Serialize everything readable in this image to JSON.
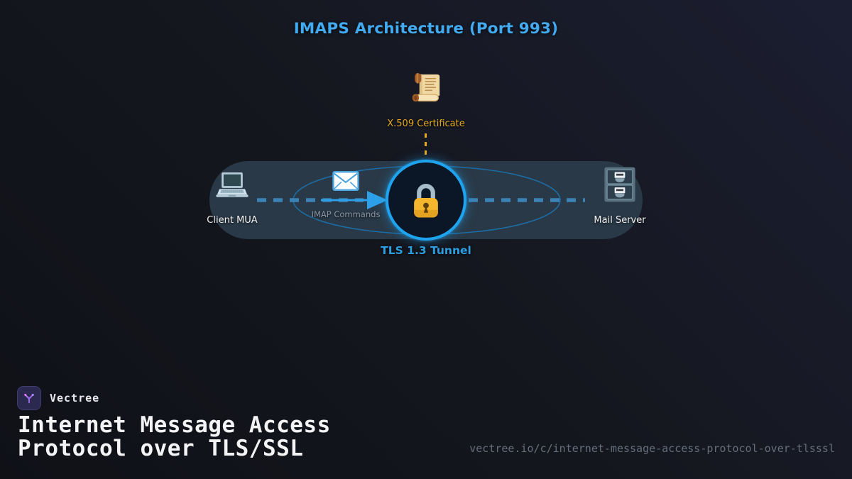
{
  "diagram": {
    "title": "IMAPS Architecture (Port 993)",
    "certificate": {
      "label": "X.509 Certificate",
      "icon": "scroll-certificate-icon"
    },
    "client": {
      "label": "Client MUA",
      "icon": "laptop-icon"
    },
    "commands": {
      "label": "IMAP Commands",
      "icon": "envelope-icon"
    },
    "tunnel": {
      "label": "TLS 1.3 Tunnel",
      "icon": "lock-icon"
    },
    "server": {
      "label": "Mail Server",
      "icon": "file-cabinet-icon"
    }
  },
  "footer": {
    "brand": "Vectree",
    "title": "Internet Message Access Protocol over TLS/SSL",
    "url": "vectree.io/c/internet-message-access-protocol-over-tlsssl"
  },
  "colors": {
    "accent_blue": "#41aaf0",
    "tunnel_border": "#1fa3ef",
    "tunnel_fill": "#0b1727",
    "dash_blue": "#3b82b5",
    "arrow_blue": "#2da0e8",
    "ellipse_blue": "#1d6ca3",
    "gold": "#e2a81f",
    "capsule_bg": "#2a3947",
    "muted_label": "#8a95a3",
    "url_gray": "#666e7b",
    "logo_bg": "#2b2950"
  }
}
